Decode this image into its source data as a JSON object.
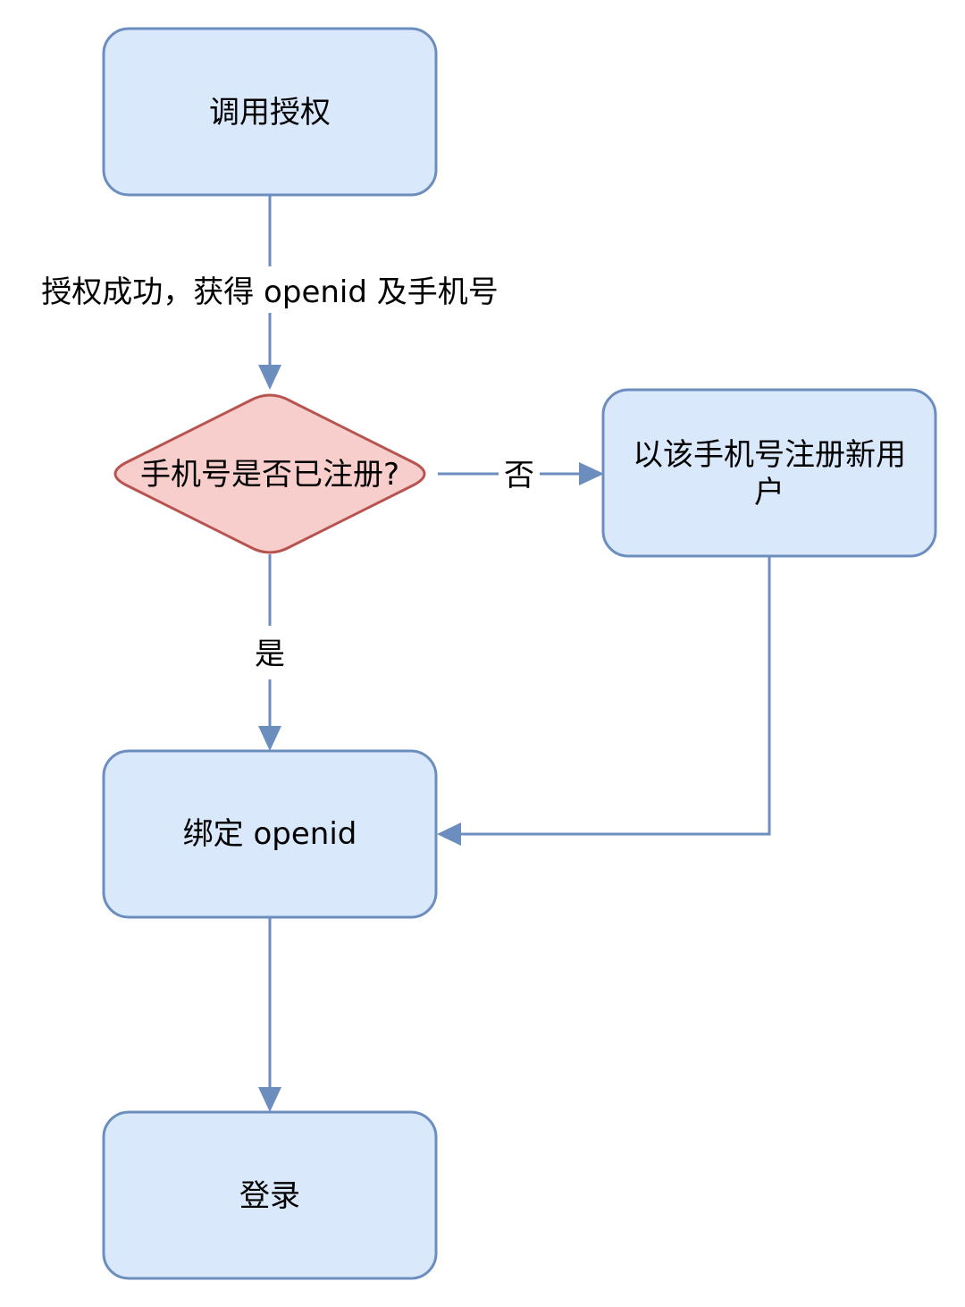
{
  "colors": {
    "process_fill": "#dae8fc",
    "process_stroke": "#6c8ebf",
    "decision_fill": "#f8cecc",
    "decision_stroke": "#b85450",
    "edge": "#6c8ebf",
    "text": "#000000",
    "background": "#ffffff"
  },
  "nodes": {
    "call_auth": {
      "label": "调用授权"
    },
    "decision": {
      "label": "手机号是否已注册?"
    },
    "register": {
      "label_line1": "以该手机号注册新用",
      "label_line2": "户"
    },
    "bind_openid": {
      "label": "绑定 openid"
    },
    "login": {
      "label": "登录"
    }
  },
  "edges": {
    "auth_to_decision": {
      "label": "授权成功，获得 openid 及手机号"
    },
    "decision_no": {
      "label": "否"
    },
    "decision_yes": {
      "label": "是"
    },
    "register_to_bind": {
      "label": ""
    },
    "bind_to_login": {
      "label": ""
    }
  }
}
